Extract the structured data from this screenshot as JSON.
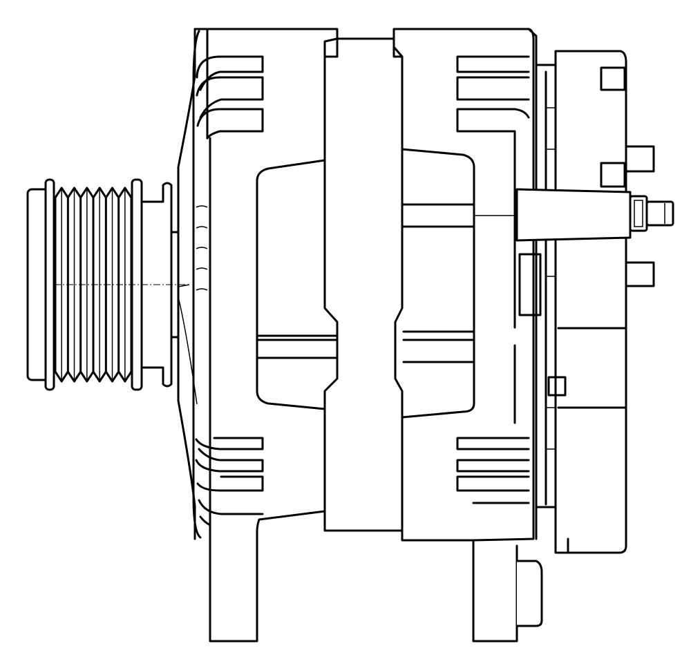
{
  "drawing": {
    "subject": "alternator",
    "view": "side",
    "style": "line-art",
    "colors": {
      "line": "#000000",
      "background": "#ffffff"
    },
    "pulley": {
      "type": "serpentine",
      "groove_count": 6
    }
  }
}
